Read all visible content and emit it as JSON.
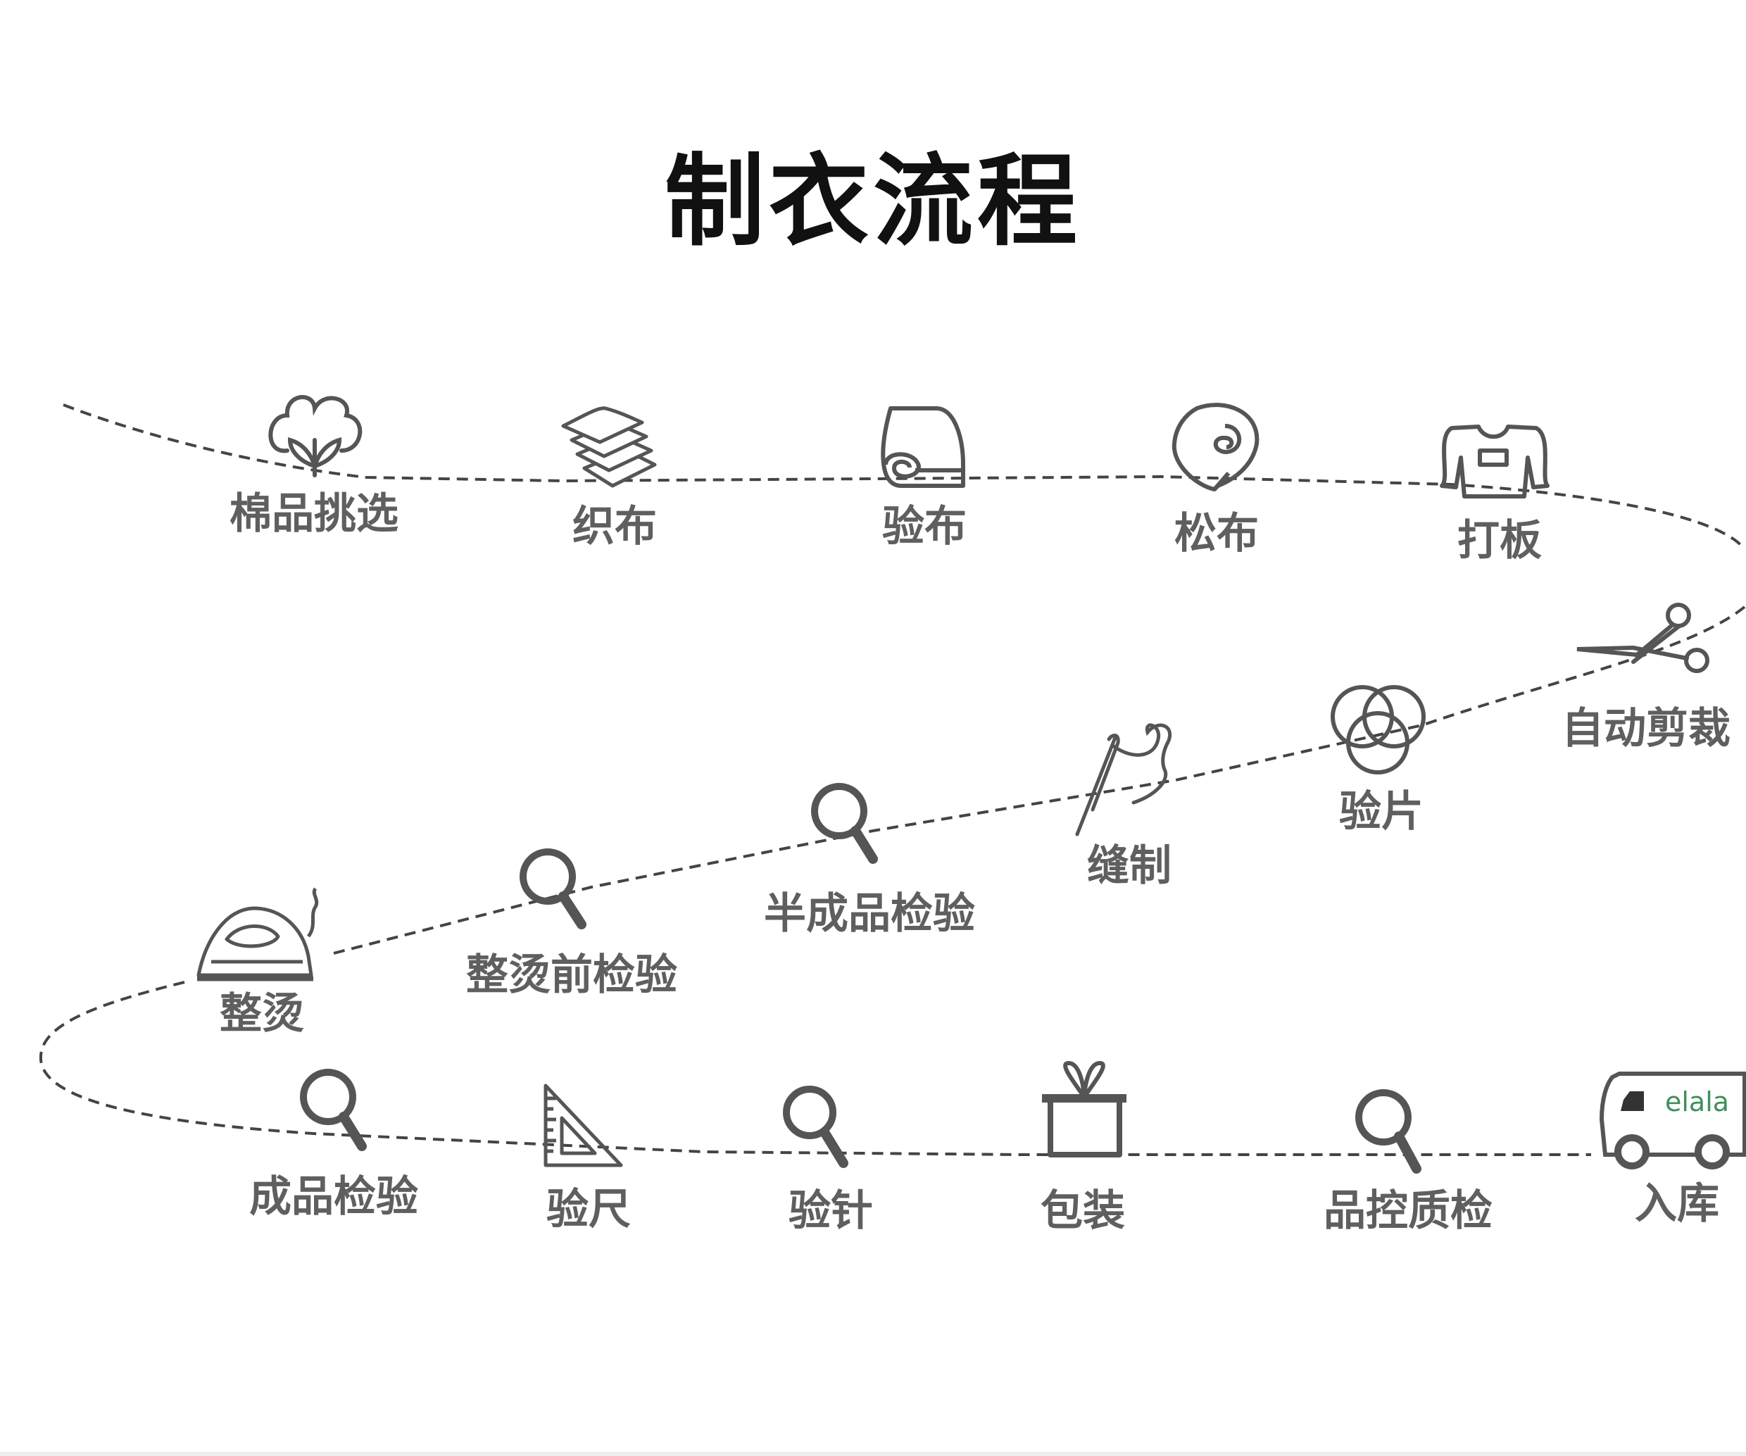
{
  "title": "制衣流程",
  "colors": {
    "line": "#444444",
    "icon": "#555555",
    "label": "#5f5f5f",
    "title": "#111111",
    "brand": "#3f8f5a"
  },
  "steps": [
    {
      "label": "棉品挑选",
      "icon": "cotton-icon"
    },
    {
      "label": "织布",
      "icon": "fabric-stack-icon"
    },
    {
      "label": "验布",
      "icon": "fabric-roll-icon"
    },
    {
      "label": "松布",
      "icon": "rolled-fabric-icon"
    },
    {
      "label": "打板",
      "icon": "sweater-icon"
    },
    {
      "label": "自动剪裁",
      "icon": "scissors-icon"
    },
    {
      "label": "验片",
      "icon": "circles-icon"
    },
    {
      "label": "缝制",
      "icon": "needle-icon"
    },
    {
      "label": "半成品检验",
      "icon": "magnifier-icon"
    },
    {
      "label": "整烫前检验",
      "icon": "magnifier-icon"
    },
    {
      "label": "整烫",
      "icon": "iron-icon"
    },
    {
      "label": "成品检验",
      "icon": "magnifier-icon"
    },
    {
      "label": "验尺",
      "icon": "ruler-triangle-icon"
    },
    {
      "label": "验针",
      "icon": "magnifier-icon"
    },
    {
      "label": "包装",
      "icon": "gift-box-icon"
    },
    {
      "label": "品控质检",
      "icon": "magnifier-icon"
    },
    {
      "label": "入库",
      "icon": "delivery-van-icon"
    }
  ],
  "van_text": "elala"
}
